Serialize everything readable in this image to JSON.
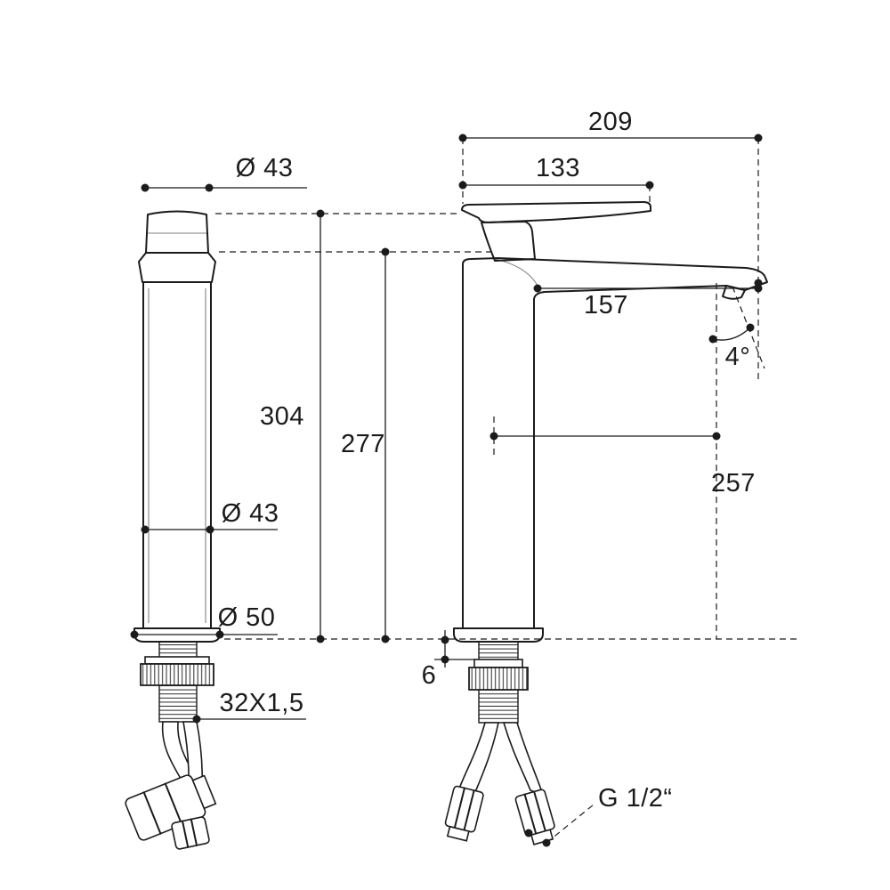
{
  "drawing": {
    "ink_color": "#1b1b1b",
    "front_view": {
      "top_diameter": "Ø 43",
      "overall_height": "304",
      "body_diameter": "Ø 43",
      "base_diameter": "Ø 50",
      "mount_thread": "32X1,5"
    },
    "side_view": {
      "overall_depth": "209",
      "handle_length": "133",
      "spout_reach": "157",
      "spout_angle": "4°",
      "height_to_top": "277",
      "outlet_height": "257",
      "base_thickness": "6",
      "hose_thread": "G 1/2“"
    }
  }
}
